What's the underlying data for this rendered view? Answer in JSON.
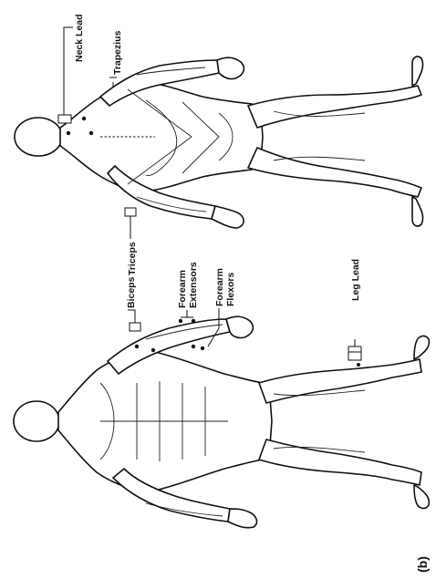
{
  "figure_label": "(b)",
  "labels": {
    "neck_lead": "Neck Lead",
    "trapezius": "Trapezius",
    "triceps": "Triceps",
    "biceps": "Biceps",
    "forearm_extensors_1": "Forearm",
    "forearm_extensors_2": "Extensors",
    "forearm_flexors_1": "Forearm",
    "forearm_flexors_2": "Flexors",
    "leg_lead": "Leg Lead"
  }
}
